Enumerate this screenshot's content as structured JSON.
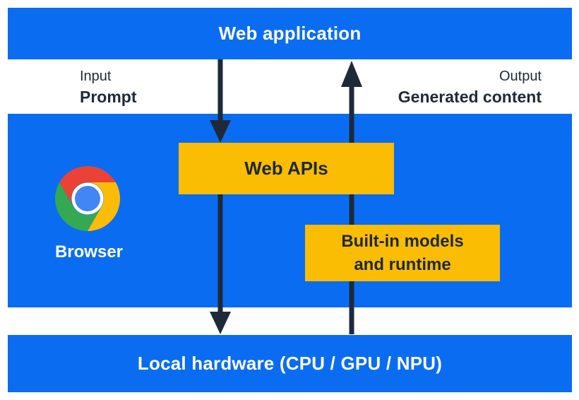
{
  "colors": {
    "panel_blue": "#0a6cf1",
    "accent_yellow": "#fbbc04",
    "ink_navy": "#1e2a3a",
    "text_white": "#ffffff",
    "logo_red": "#ea4335",
    "logo_yellow": "#fbbc05",
    "logo_green": "#34a853",
    "logo_blue": "#4285f4"
  },
  "top_bar": {
    "label": "Web application"
  },
  "flow_labels": {
    "input_title": "Input",
    "input_value": "Prompt",
    "output_title": "Output",
    "output_value": "Generated content"
  },
  "browser_panel": {
    "label": "Browser",
    "logo_icon": "chrome-logo-icon",
    "web_apis_label": "Web APIs",
    "builtin_line1": "Built-in models",
    "builtin_line2": "and runtime"
  },
  "bottom_bar": {
    "label": "Local hardware (CPU / GPU / NPU)"
  }
}
